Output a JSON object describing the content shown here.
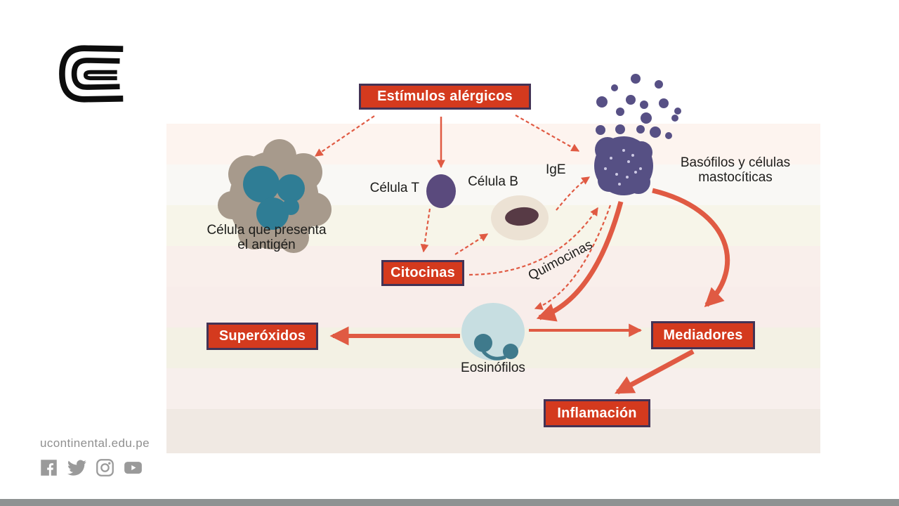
{
  "brand": {
    "logo": "universidad-continental-logo",
    "footer_url": "ucontinental.edu.pe"
  },
  "colors": {
    "box_fill": "#d43a1e",
    "box_border": "#433355",
    "arrow": "#e05a43",
    "label_text": "#1d1d1b",
    "basophil_purple": "#565084",
    "tcell_purple": "#5a4a7d",
    "antigen_gray": "#a79a8c",
    "nucleus_teal": "#2f7d95",
    "eosinophil_blue": "#c7dee1",
    "footer_gray": "#8f8f8f",
    "bottom_bar": "#8e9292"
  },
  "diagram": {
    "boxes": {
      "estimulos": "Estímulos alérgicos",
      "citocinas": "Citocinas",
      "superoxidos": "Superóxidos",
      "mediadores": "Mediadores",
      "inflamacion": "Inflamación"
    },
    "labels": {
      "celula_t": "Célula T",
      "celula_b": "Célula B",
      "ige": "IgE",
      "basofilos_line1": "Basófilos y células",
      "basofilos_line2": "mastocíticas",
      "antigeno_line1": "Célula que presenta",
      "antigeno_line2": "el antigén",
      "quimocinas": "Quimocinas",
      "eosinofilos": "Eosinófilos"
    }
  },
  "footer": {
    "social": [
      {
        "name": "facebook"
      },
      {
        "name": "twitter"
      },
      {
        "name": "instagram"
      },
      {
        "name": "youtube"
      }
    ]
  }
}
